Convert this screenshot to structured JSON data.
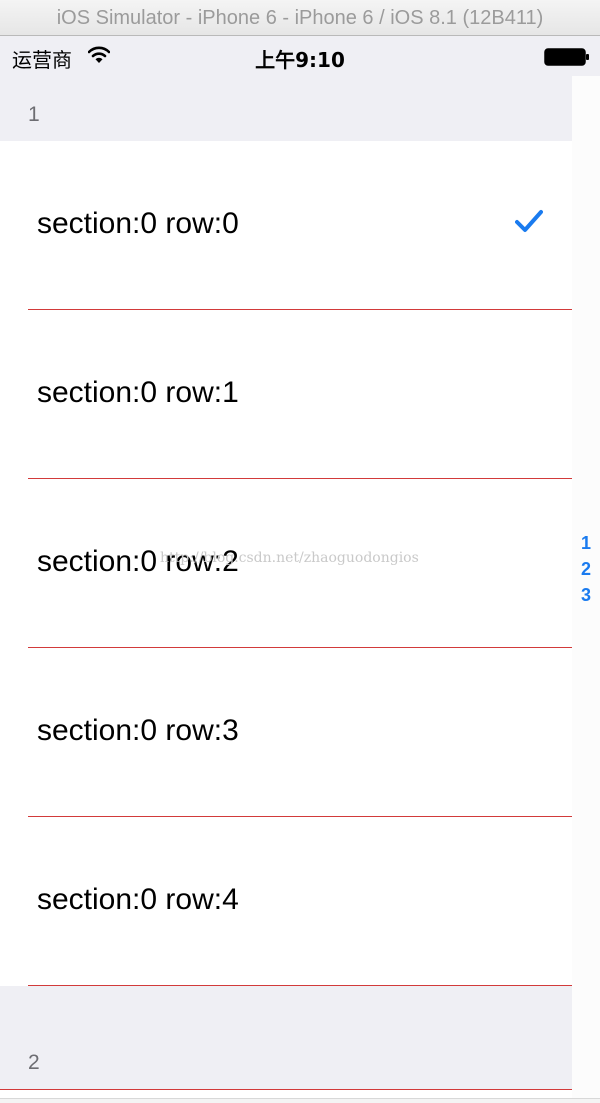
{
  "simulator": {
    "title": "iOS Simulator - iPhone 6 - iPhone 6 / iOS 8.1 (12B411)"
  },
  "status_bar": {
    "carrier": "运营商",
    "time": "上午9:10",
    "wifi_icon": "wifi-icon",
    "battery_icon": "battery-full-icon"
  },
  "table": {
    "sections": [
      {
        "header": "1",
        "rows": [
          {
            "label": "section:0 row:0",
            "checked": true
          },
          {
            "label": "section:0 row:1",
            "checked": false
          },
          {
            "label": "section:0 row:2",
            "checked": false
          },
          {
            "label": "section:0 row:3",
            "checked": false
          },
          {
            "label": "section:0 row:4",
            "checked": false
          }
        ]
      },
      {
        "header": "2",
        "rows": []
      }
    ],
    "index_titles": [
      "1",
      "2",
      "3"
    ]
  },
  "watermark": "http://blog.csdn.net/zhaoguodongios",
  "colors": {
    "separator": "#d23a3a",
    "accent": "#1a7bef",
    "section_background": "#efeff4"
  }
}
